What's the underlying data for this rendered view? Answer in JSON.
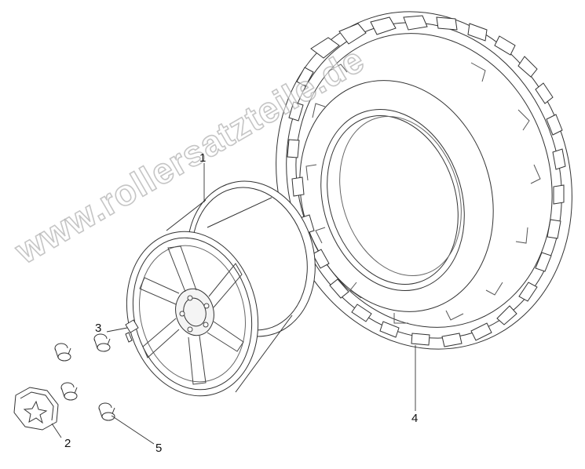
{
  "labels": {
    "rim": "1",
    "hub_cap": "2",
    "valve": "3",
    "tire": "4",
    "lug_nut": "5"
  },
  "watermark": "www.rollersatzteile.de"
}
